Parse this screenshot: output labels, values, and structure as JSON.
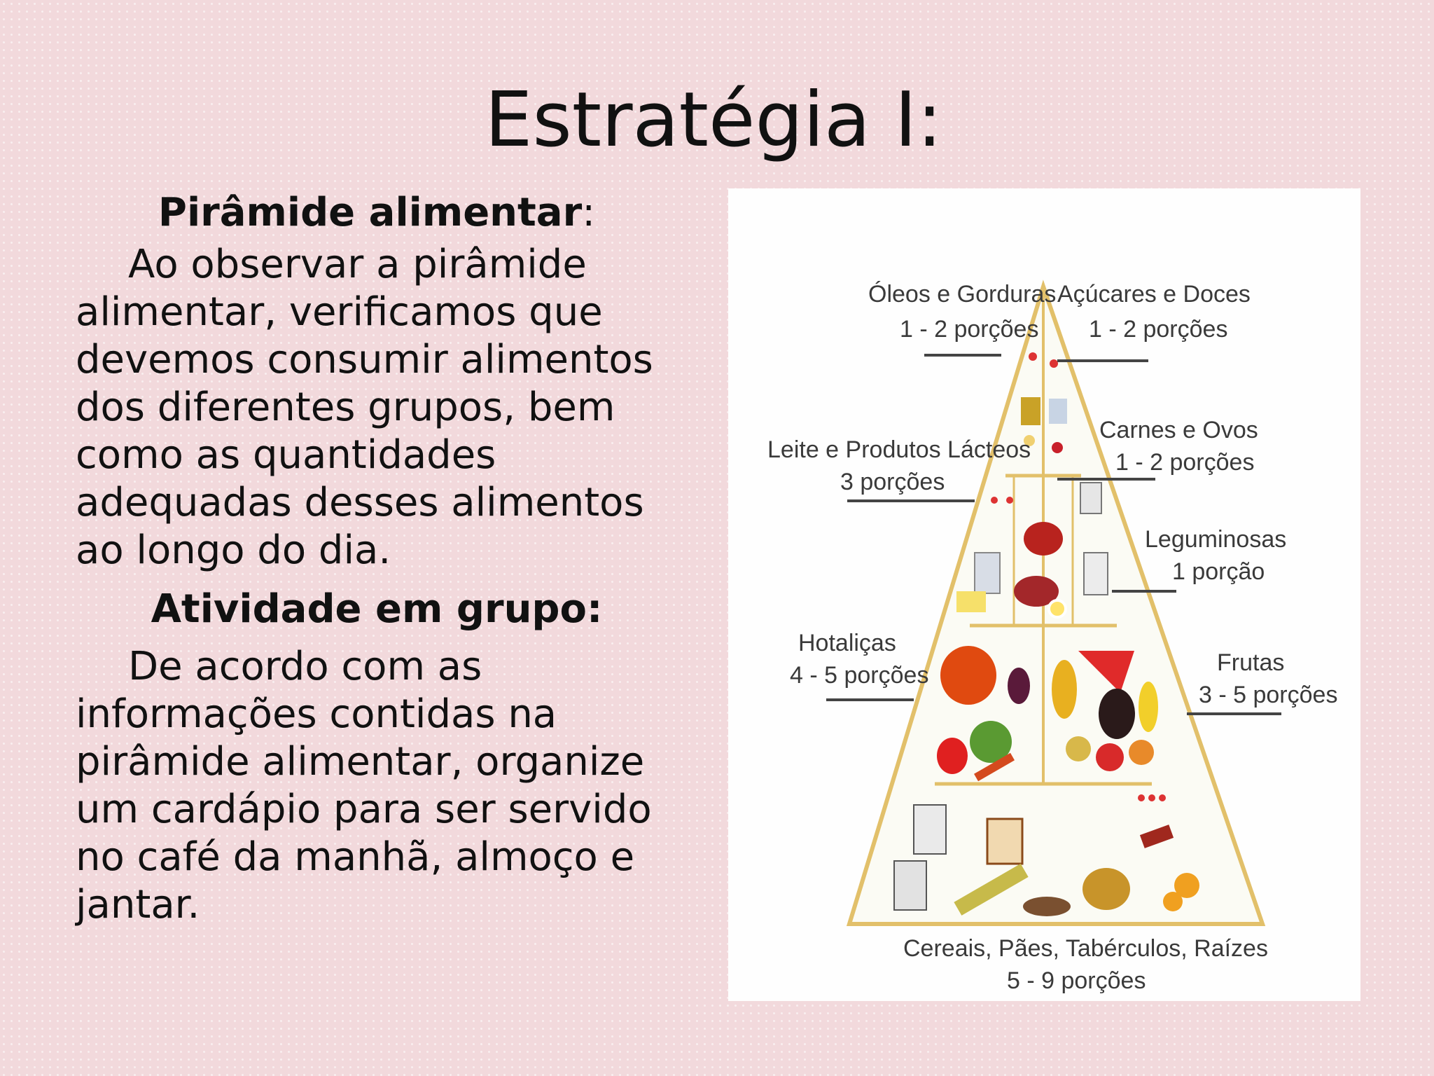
{
  "title": "Estratégia I:",
  "section1": {
    "heading": "Pirâmide alimentar",
    "heading_punct": ":",
    "body": "Ao observar a pirâmide alimentar, verificamos que devemos consumir alimentos dos diferentes grupos, bem como as quantidades adequadas desses alimentos ao longo do dia."
  },
  "section2": {
    "heading": "Atividade em grupo:",
    "body": "De acordo com as informações contidas na pirâmide alimentar, organize um cardápio para ser servido no café da manhã, almoço e jantar."
  },
  "pyramid": {
    "groups": [
      {
        "name": "Óleos e Gorduras",
        "portions": "1 - 2 porções"
      },
      {
        "name": "Açúcares e Doces",
        "portions": "1 - 2 porções"
      },
      {
        "name": "Leite e Produtos Lácteos",
        "portions": "3 porções"
      },
      {
        "name": "Carnes e Ovos",
        "portions": "1 - 2 porções"
      },
      {
        "name": "Leguminosas",
        "portions": "1 porção"
      },
      {
        "name": "Hotaliças",
        "portions": "4 - 5 porções"
      },
      {
        "name": "Frutas",
        "portions": "3 - 5 porções"
      },
      {
        "name": "Cereais, Pães, Tabérculos, Raízes",
        "portions": "5 - 9 porções"
      }
    ]
  }
}
